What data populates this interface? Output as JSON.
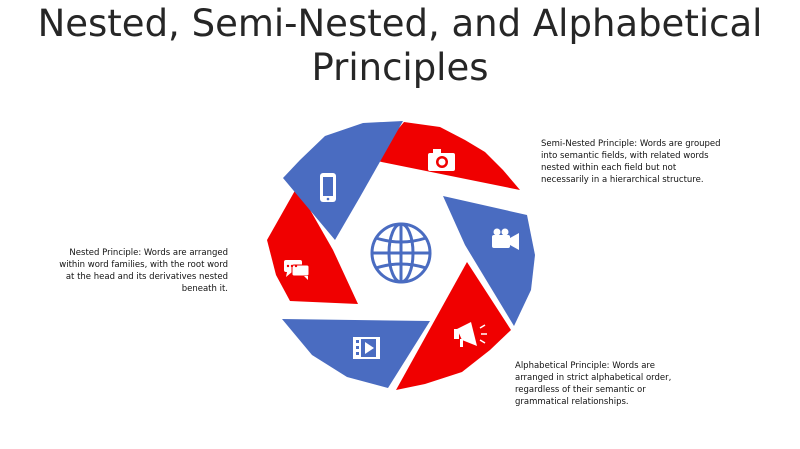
{
  "title": "Nested, Semi-Nested, and Alphabetical Principles",
  "colors": {
    "red": "#f00000",
    "blue": "#4a6cc1",
    "text": "#262626"
  },
  "segments": [
    {
      "icon": "camera-icon",
      "color": "red"
    },
    {
      "icon": "video-camera-icon",
      "color": "blue"
    },
    {
      "icon": "megaphone-icon",
      "color": "red"
    },
    {
      "icon": "film-play-icon",
      "color": "blue"
    },
    {
      "icon": "chat-bubbles-icon",
      "color": "red"
    },
    {
      "icon": "smartphone-icon",
      "color": "blue"
    }
  ],
  "center_icon": "globe-icon",
  "notes": {
    "semi_nested": "Semi-Nested Principle: Words are grouped into semantic fields, with related words nested within each field but not necessarily in a hierarchical structure.",
    "nested": "Nested Principle: Words are arranged within word families, with the root word at the head and its derivatives nested beneath it.",
    "alphabetical": "Alphabetical Principle: Words are arranged in strict alphabetical order, regardless of their semantic or grammatical relationships."
  }
}
